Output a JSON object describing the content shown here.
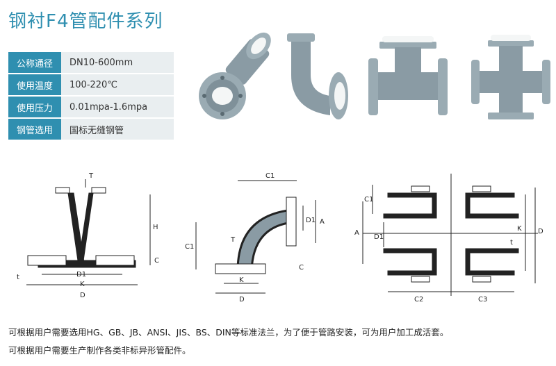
{
  "title": "钢衬F4管配件系列",
  "specs": [
    {
      "label": "公称通径",
      "value": "DN10-600mm"
    },
    {
      "label": "使用温度",
      "value": "100-220℃"
    },
    {
      "label": "使用压力",
      "value": "0.01mpa-1.6mpa"
    },
    {
      "label": "钢管选用",
      "value": "国标无缝钢管"
    }
  ],
  "photos": [
    {
      "icon": "elbow-45-photo"
    },
    {
      "icon": "elbow-90-photo"
    },
    {
      "icon": "tee-photo"
    },
    {
      "icon": "cross-photo"
    }
  ],
  "drawings": {
    "reducer": {
      "T": "T",
      "H": "H",
      "C": "C",
      "D1": "D1",
      "K": "K",
      "D": "D",
      "t": "t"
    },
    "elbow": {
      "C1": "C1",
      "T": "T",
      "D1": "D1",
      "A": "A",
      "K": "K",
      "D": "D",
      "C": "C"
    },
    "cross": {
      "C1": "C1",
      "A": "A",
      "D1": "D1",
      "K": "K",
      "D": "D",
      "t": "t",
      "C2": "C2",
      "C3": "C3"
    }
  },
  "notes": [
    "可根据用户需要选用HG、GB、JB、ANSI、JIS、BS、DIN等标准法兰，为了便于管路安装，可为用户加工成活套。",
    "可根据用户需要生产制作各类非标异形管配件。"
  ],
  "colors": {
    "accent": "#2f8fb0",
    "label_bg": "#2f8fb0",
    "value_bg": "#e9eef0",
    "pipe": "#8a9ba4",
    "liner": "#f4f6f6"
  }
}
